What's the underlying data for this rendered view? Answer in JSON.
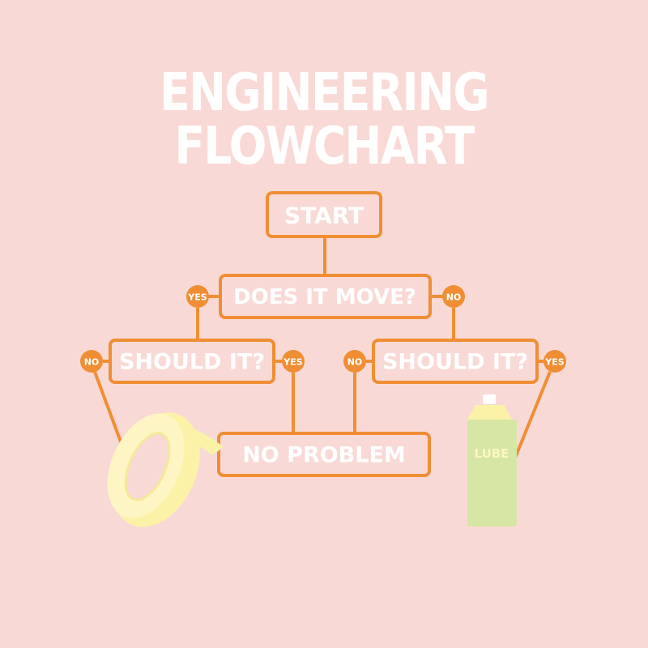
{
  "title": {
    "line1": "ENGINEERING",
    "line2": "FLOWCHART"
  },
  "nodes": {
    "start": "START",
    "moves": "DOES IT MOVE?",
    "should_left": "SHOULD IT?",
    "should_right": "SHOULD IT?",
    "no_problem": "NO PROBLEM"
  },
  "badges": {
    "moves_yes": "YES",
    "moves_no": "NO",
    "left_no": "NO",
    "left_yes": "YES",
    "right_no": "NO",
    "right_yes": "YES"
  },
  "illustrations": {
    "tape": "duct-tape-icon",
    "lube": {
      "icon": "spray-can-icon",
      "label": "LUBE"
    }
  },
  "colors": {
    "background": "#f9d9d6",
    "accent": "#f08e34",
    "text": "#ffffff",
    "tape": "#fbf2a8",
    "can": "#d6e6a4"
  }
}
